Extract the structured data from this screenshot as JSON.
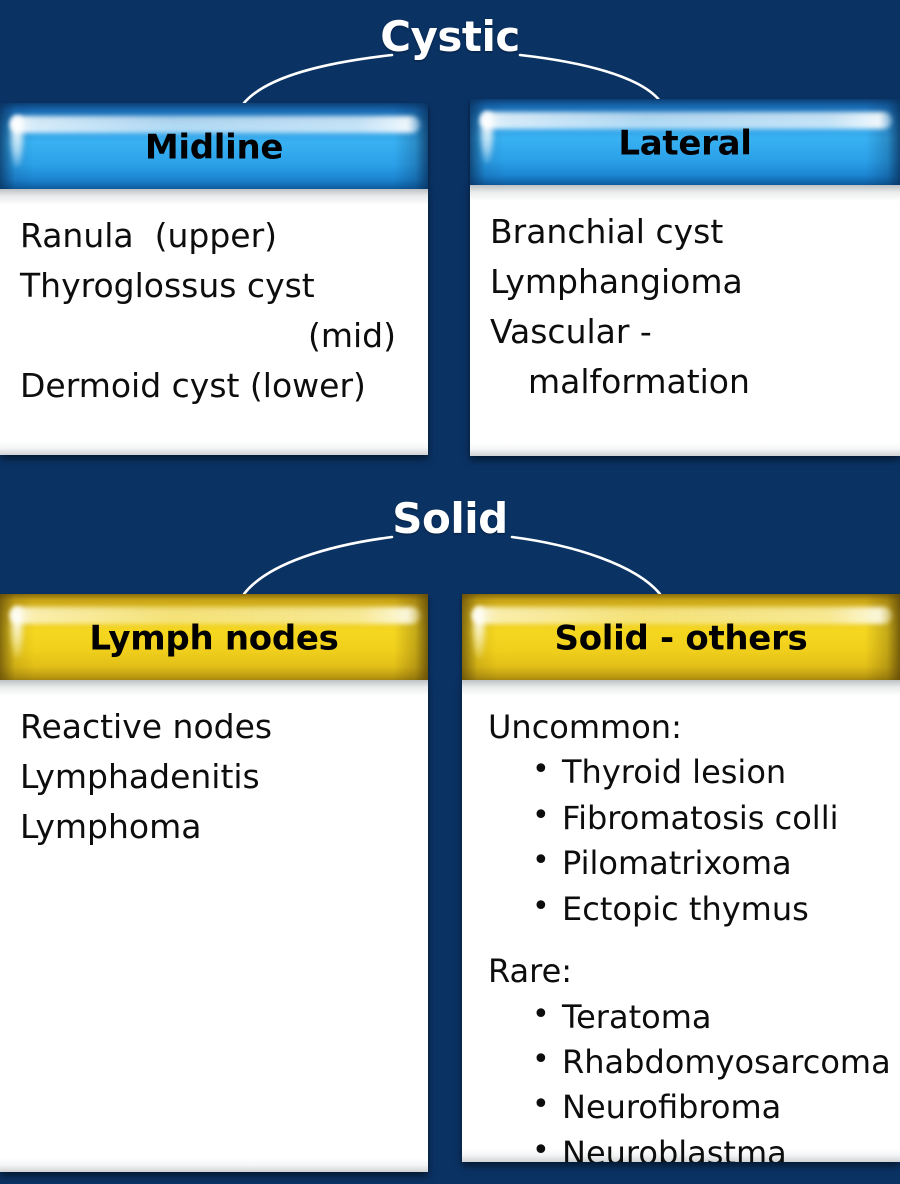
{
  "theme": {
    "background": "#0a3263",
    "header_blue": "#38b1f2",
    "header_gold": "#f5d71f",
    "panel": "#ffffff",
    "text": "#0d0d0d",
    "title_text": "#ffffff",
    "connector": "#ffffff"
  },
  "sections": {
    "cystic": {
      "title": "Cystic",
      "cards": [
        {
          "header": "Midline",
          "lines": [
            {
              "text": "Ranula  (upper)",
              "align": "left"
            },
            {
              "text": "Thyroglossus cyst",
              "align": "left"
            },
            {
              "text": "(mid)",
              "align": "right"
            },
            {
              "text": "Dermoid cyst (lower)",
              "align": "left"
            }
          ]
        },
        {
          "header": "Lateral",
          "lines": [
            {
              "text": "Branchial cyst",
              "align": "left"
            },
            {
              "text": "Lymphangioma",
              "align": "left"
            },
            {
              "text": "Vascular -",
              "align": "left"
            },
            {
              "text": "malformation",
              "align": "indent"
            }
          ]
        }
      ]
    },
    "solid": {
      "title": "Solid",
      "cards": [
        {
          "header": "Lymph nodes",
          "lines": [
            {
              "text": "Reactive nodes",
              "align": "left"
            },
            {
              "text": "Lymphadenitis",
              "align": "left"
            },
            {
              "text": "Lymphoma",
              "align": "left"
            }
          ]
        },
        {
          "header": "Solid - others",
          "groups": [
            {
              "label": "Uncommon:",
              "bullet": "•",
              "items": [
                "Thyroid lesion",
                "Fibromatosis colli",
                "Pilomatrixoma",
                "Ectopic thymus"
              ]
            },
            {
              "label": "Rare:",
              "bullet": "•",
              "items": [
                "Teratoma",
                "Rhabdomyosarcoma",
                "Neurofibroma",
                "Neuroblastma"
              ]
            }
          ]
        }
      ]
    }
  }
}
